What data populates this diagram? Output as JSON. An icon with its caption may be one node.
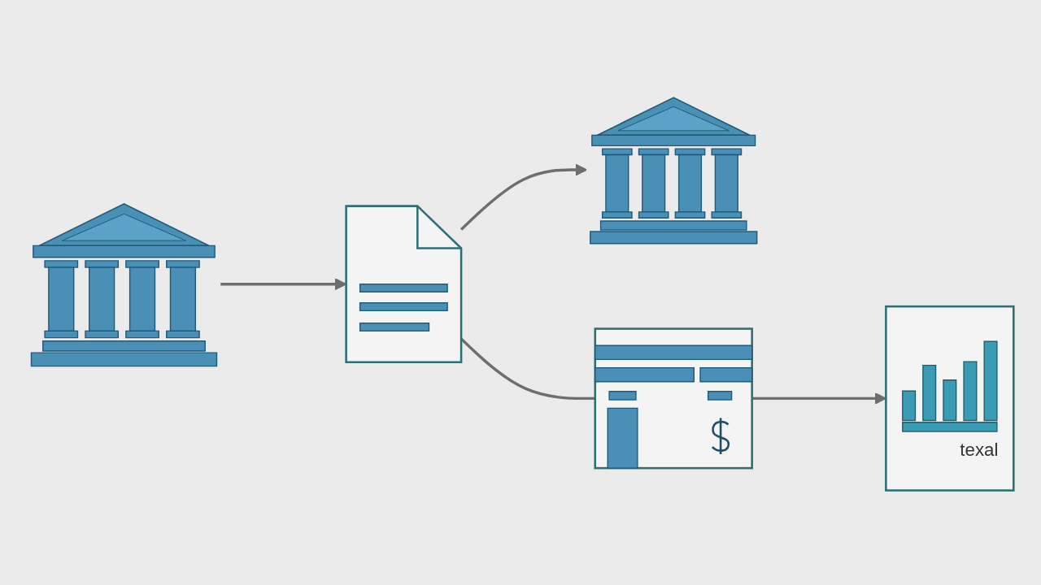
{
  "diagram": {
    "nodes": [
      {
        "text": [],
        "shape": "picture"
      },
      {
        "text": [],
        "shape": "picture"
      },
      {
        "text": [],
        "shape": "picture"
      },
      {
        "text": [],
        "shape": "picture"
      },
      {
        "text": [
          "texal"
        ]
      }
    ],
    "edges": [
      {
        "from": 0,
        "to": 1,
        "arrow": "to"
      },
      {
        "from": 1,
        "to": 2,
        "arrow": "to"
      },
      {
        "from": 1,
        "to": 3,
        "arrow": "none"
      },
      {
        "from": 3,
        "to": 4,
        "arrow": "to"
      }
    ]
  }
}
